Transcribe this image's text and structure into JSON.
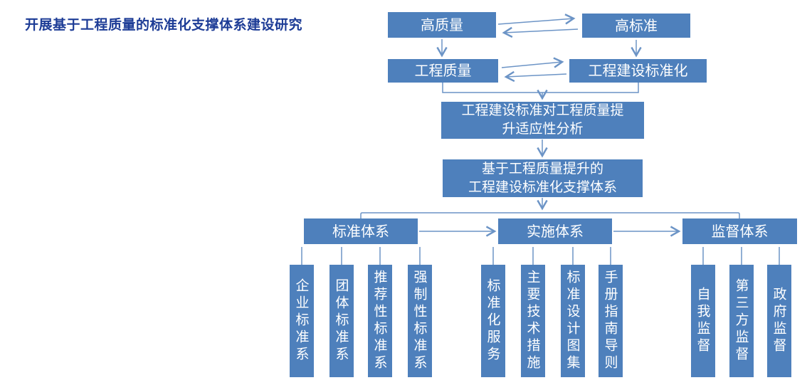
{
  "colors": {
    "box": "#4e80bc",
    "connector": "#6c94c6",
    "titlecolor": "#1d3c96"
  },
  "title": "开展基于工程质量的标准化支撑体系建设研究",
  "diagram": {
    "high_quality": "高质量",
    "high_standard": "高标准",
    "eng_quality": "工程质量",
    "eng_standardization": "工程建设标准化",
    "analysis_lines": [
      "工程建设标准对工程质量提",
      "升适应性分析"
    ],
    "support_lines": [
      "基于工程质量提升的",
      "工程建设标准化支撑体系"
    ],
    "branches": [
      {
        "label": "标准体系",
        "children": [
          "企业标准系",
          "团体标准系",
          "推荐性标准系",
          "强制性标准系"
        ]
      },
      {
        "label": "实施体系",
        "children": [
          "标准化服务",
          "主要技术措施",
          "标准设计图集",
          "手册指南导则"
        ]
      },
      {
        "label": "监督体系",
        "children": [
          "自我监督",
          "第三方监督",
          "政府监督"
        ]
      }
    ]
  }
}
